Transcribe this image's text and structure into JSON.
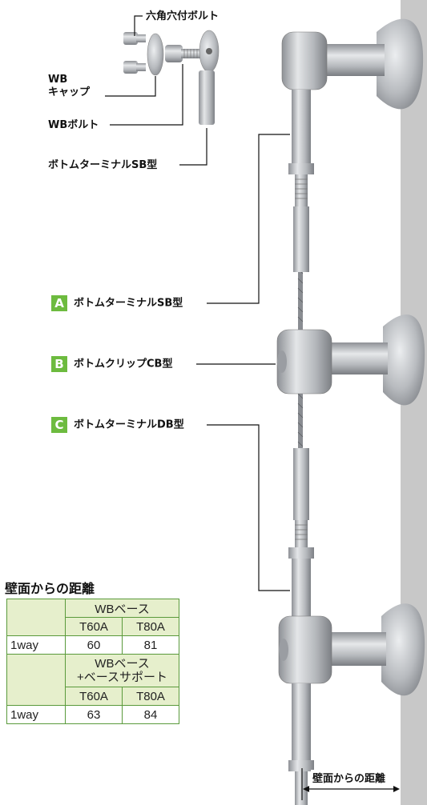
{
  "parts": {
    "hex_bolt": "六角穴付ボルト",
    "wb_cap_line1": "WB",
    "wb_cap_line2": "キャップ",
    "wb_bolt": "WBボルト",
    "bottom_terminal_sb": "ボトムターミナルSB型"
  },
  "fittings": [
    {
      "letter": "A",
      "label": "ボトムターミナルSB型"
    },
    {
      "letter": "B",
      "label": "ボトムクリップCB型"
    },
    {
      "letter": "C",
      "label": "ボトムターミナルDB型"
    }
  ],
  "distance_table": {
    "title": "壁面からの距離",
    "block1": {
      "group_header": "WBベース",
      "col_a": "T60A",
      "col_b": "T80A",
      "row_label": "1way",
      "val_a": "60",
      "val_b": "81"
    },
    "block2": {
      "group_header_line1": "WBベース",
      "group_header_line2": "+ベースサポート",
      "col_a": "T60A",
      "col_b": "T80A",
      "row_label": "1way",
      "val_a": "63",
      "val_b": "84"
    }
  },
  "dimension_label": "壁面からの距離",
  "colors": {
    "badge_green": "#6dbb3f",
    "table_border": "#5a9a3b",
    "table_header_fill": "#e6efcc",
    "wall": "#c8c8c8",
    "metal": "#b9bcc0"
  }
}
